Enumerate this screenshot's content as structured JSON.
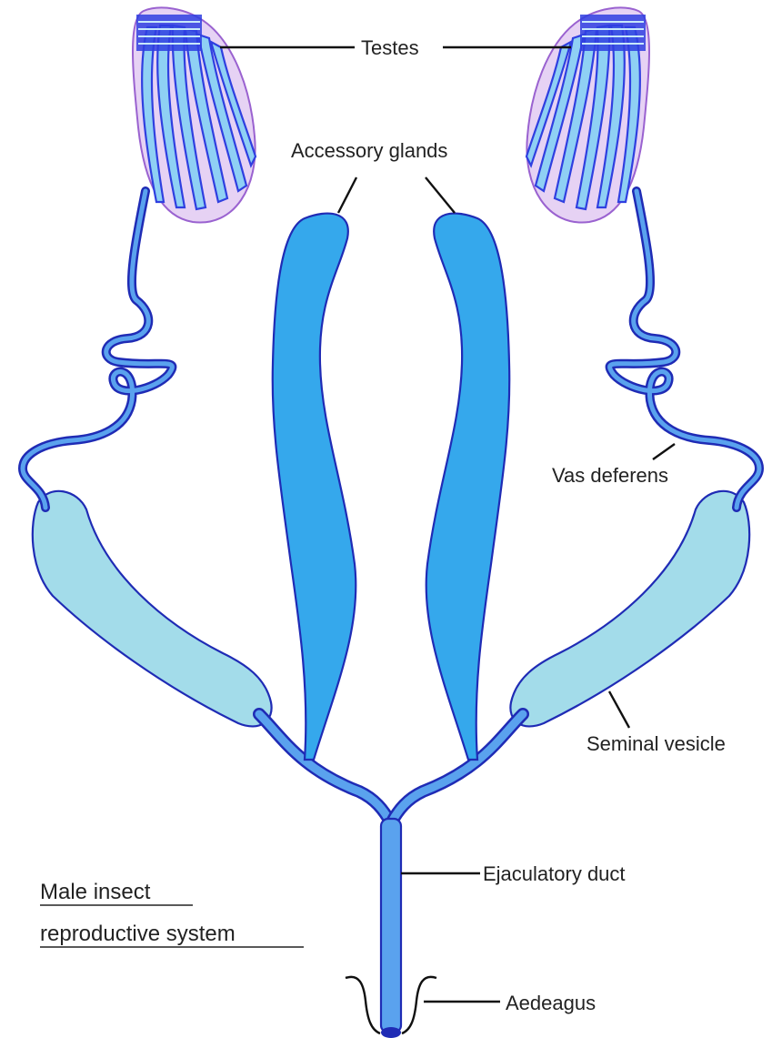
{
  "labels": {
    "testes": "Testes",
    "accessory_glands": "Accessory glands",
    "vas_deferens": "Vas deferens",
    "seminal_vesicle": "Seminal vesicle",
    "ejaculatory_duct": "Ejaculatory duct",
    "aedeagus": "Aedeagus"
  },
  "title": {
    "line1": "Male insect",
    "line2": "reproductive system"
  },
  "colors": {
    "outline": "#1f2bb5",
    "testis_fill": "#e6d2f4",
    "follicle_fill": "#8fd0f4",
    "follicle_stroke": "#2f3fe0",
    "gland_fill": "#35a8ec",
    "vesicle_fill": "#a3dcea",
    "duct_fill": "#5aa2ee",
    "leader_line": "#111111"
  }
}
